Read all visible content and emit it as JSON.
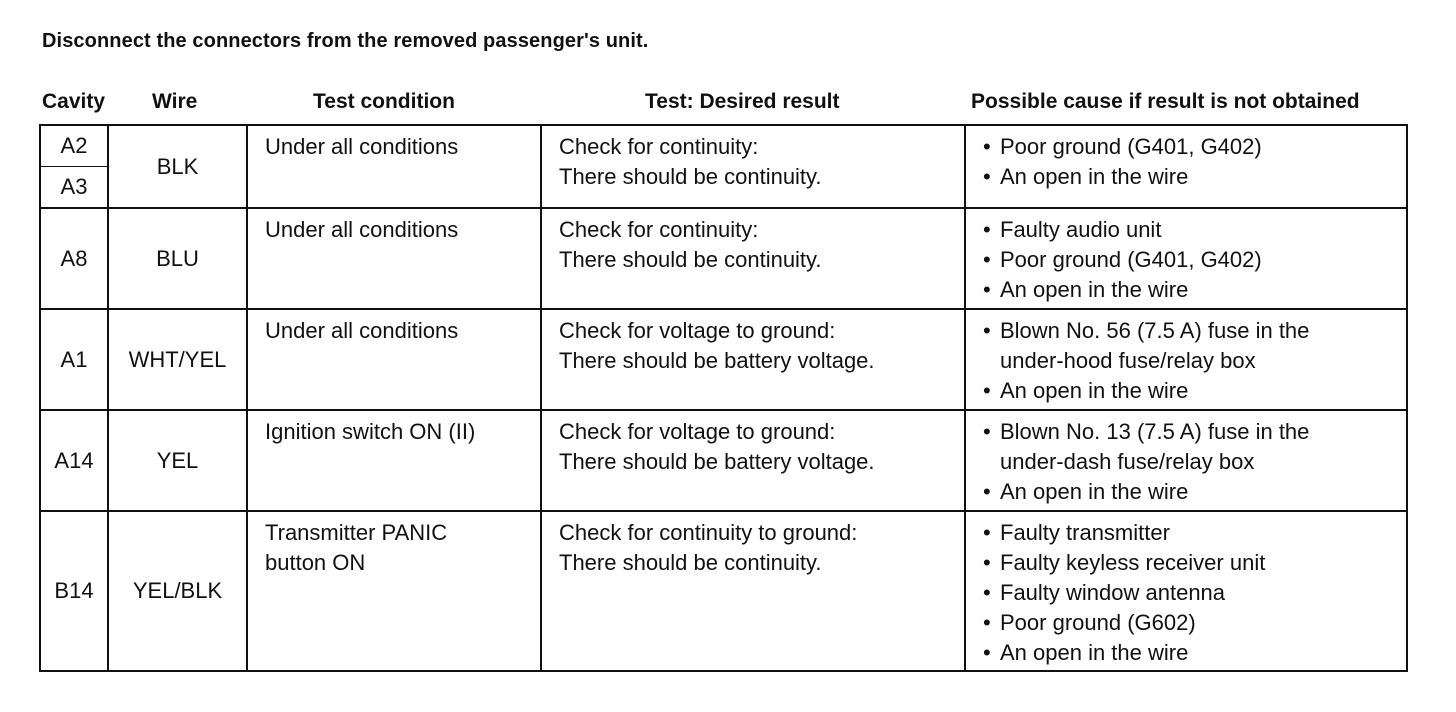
{
  "instruction": "Disconnect the connectors from the removed passenger's unit.",
  "headers": {
    "cavity": "Cavity",
    "wire": "Wire",
    "condition": "Test condition",
    "result": "Test: Desired result",
    "cause": "Possible cause if result is not obtained"
  },
  "rows": [
    {
      "cavity_top": "A2",
      "cavity_bottom": "A3",
      "wire": "BLK",
      "condition": [
        "Under all conditions"
      ],
      "result": [
        "Check for continuity:",
        "There should be continuity."
      ],
      "causes": [
        [
          "Poor ground (G401, G402)"
        ],
        [
          "An open in the wire"
        ]
      ]
    },
    {
      "cavity": "A8",
      "wire": "BLU",
      "condition": [
        "Under all conditions"
      ],
      "result": [
        "Check for continuity:",
        "There should be continuity."
      ],
      "causes": [
        [
          "Faulty audio unit"
        ],
        [
          "Poor ground (G401, G402)"
        ],
        [
          "An open in the wire"
        ]
      ]
    },
    {
      "cavity": "A1",
      "wire": "WHT/YEL",
      "condition": [
        "Under all conditions"
      ],
      "result": [
        "Check for voltage to ground:",
        "There should be battery voltage."
      ],
      "causes": [
        [
          "Blown No. 56 (7.5 A) fuse in the",
          "under-hood fuse/relay box"
        ],
        [
          "An open in the wire"
        ]
      ]
    },
    {
      "cavity": "A14",
      "wire": "YEL",
      "condition": [
        "Ignition switch ON (II)"
      ],
      "result": [
        "Check for voltage to ground:",
        "There should be battery voltage."
      ],
      "causes": [
        [
          "Blown No. 13 (7.5 A) fuse in the",
          "under-dash fuse/relay box"
        ],
        [
          "An open in the wire"
        ]
      ]
    },
    {
      "cavity": "B14",
      "wire": "YEL/BLK",
      "condition": [
        "Transmitter PANIC",
        "button ON"
      ],
      "result": [
        "Check for continuity to ground:",
        "There should be continuity."
      ],
      "causes": [
        [
          "Faulty transmitter"
        ],
        [
          "Faulty keyless receiver unit"
        ],
        [
          "Faulty window antenna"
        ],
        [
          "Poor ground (G602)"
        ],
        [
          "An open in the wire"
        ]
      ]
    }
  ]
}
